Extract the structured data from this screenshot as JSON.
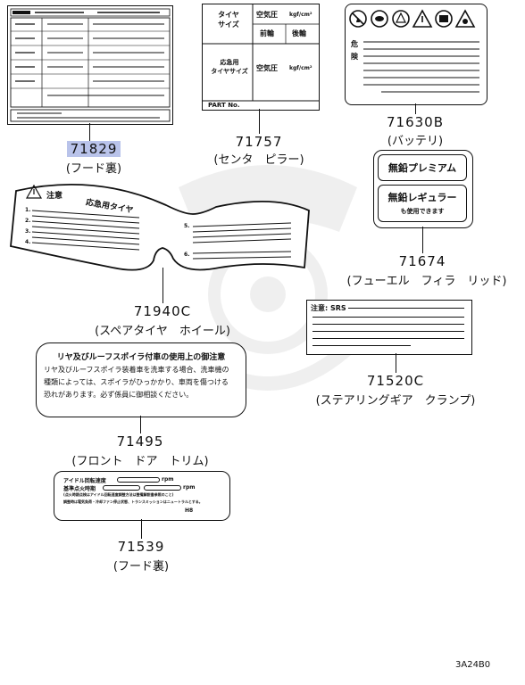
{
  "watermark": "crest-watermark",
  "parts": [
    {
      "number": "71829",
      "name": "(フード裏)"
    },
    {
      "number": "71757",
      "name": "(センタ　ピラー)"
    },
    {
      "number": "71630B",
      "name": "(バッテリ)"
    },
    {
      "number": "71674",
      "name": "(フューエル　フィラ　リッド)"
    },
    {
      "number": "71940C",
      "name": "(スペアタイヤ　ホイール)"
    },
    {
      "number": "71520C",
      "name": "(ステアリングギア　クランプ)"
    },
    {
      "number": "71495",
      "name": "(フロント　ドア　トリム)"
    },
    {
      "number": "71539",
      "name": "(フード裏)"
    }
  ],
  "tire_label": {
    "tire_size": "タイヤ\nサイズ",
    "pressure": "空気圧",
    "unit": "kgf/cm²",
    "front": "前輪",
    "rear": "後輪",
    "temp_tire": "応急用\nタイヤサイズ",
    "part_no": "PART No."
  },
  "fuel_label": {
    "premium": "無鉛プレミアム",
    "regular": "無鉛レギュラー",
    "also": "も使用できます"
  },
  "spare_label": {
    "caution": "注意",
    "title": "応急用タイヤ",
    "left_nums": [
      "1.",
      "2.",
      "3.",
      "4."
    ],
    "right_nums": [
      "5.",
      "6."
    ]
  },
  "srs_label": {
    "caution": "注意: SRS"
  },
  "spoiler_label": {
    "title": "リヤ及びルーフスポイラ付車の使用上の御注意",
    "line1": "リヤ及びルーフスポイラ装着車を洗車する場合、洗車機の",
    "line2": "種類によっては、スポイラがひっかかり、車両を傷つける",
    "line3": "恐れがあります。必ず係員に御相談ください。"
  },
  "idle_label": {
    "line1_label": "アイドル回転速度",
    "line1_unit": "rpm",
    "line2_label": "基準点火時期",
    "line2_unit": "rpm",
    "line3": "(点火時期点検はアイドル回転速度調整方法は整備解説書参照のこと)",
    "line4": "調整時は電気負荷・冷却ファン停止状態、トランスミッションはニュートラルとする。",
    "line5": "H8"
  },
  "battery_label": {
    "warning": "危\n険",
    "icons": [
      "no-fire-icon",
      "eye-protection-icon",
      "acid-icon",
      "warning-icon",
      "read-manual-icon",
      "explosion-icon"
    ]
  },
  "diagram_code": "3A24B0"
}
